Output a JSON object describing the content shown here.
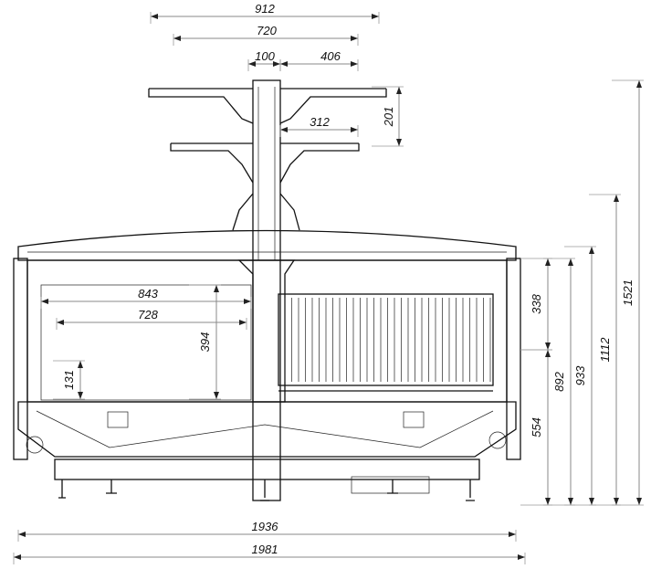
{
  "dimensions": {
    "shelf_outer_width": "912",
    "shelf_inner_width": "720",
    "column_width": "100",
    "shelf_arm_top": "406",
    "shelf_spacing": "201",
    "shelf_arm_lower": "312",
    "basket_outer_width": "843",
    "basket_inner_width": "728",
    "basket_depth": "394",
    "basket_low_level": "131",
    "glass_height": "338",
    "tub_rim_height": "554",
    "body_height": "892",
    "lid_height": "933",
    "column_base_height": "1112",
    "total_height": "1521",
    "body_width": "1936",
    "total_width": "1981"
  }
}
